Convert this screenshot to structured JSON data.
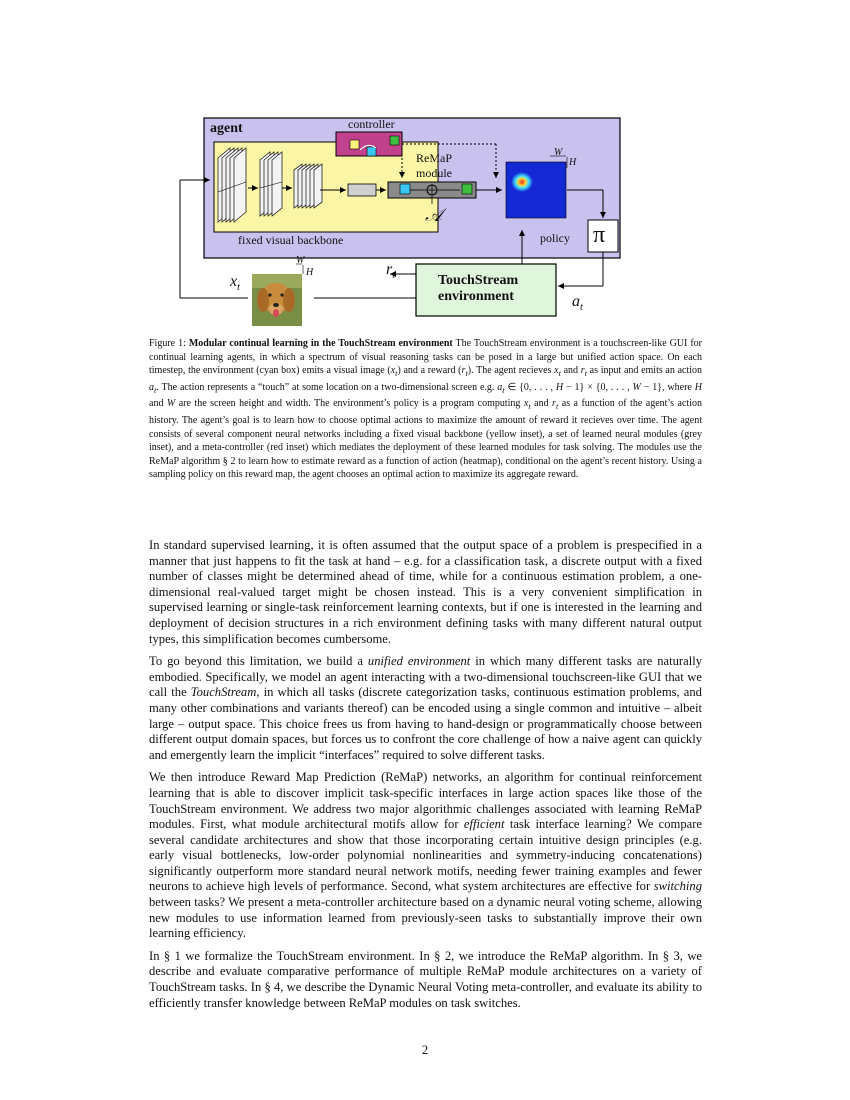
{
  "figure": {
    "agent_label": "agent",
    "controller_label": "controller",
    "remap_label_1": "ReMaP",
    "remap_label_2": "module",
    "backbone_label": "fixed visual backbone",
    "policy_label": "policy",
    "pi_symbol": "π",
    "touchstream_label_1": "TouchStream",
    "touchstream_label_2": "environment",
    "x_symbol": "x",
    "r_symbol": "r",
    "a_symbol": "a",
    "t_sub": "t",
    "w_symbol": "W",
    "h_symbol": "H",
    "cal_a_symbol": "𝒜",
    "colors": {
      "agent_fill": "#c9c2ef",
      "backbone_fill": "#fbf6a6",
      "controller_fill": "#c2418c",
      "env_fill": "#dff5dc",
      "heatmap_blue": "#1428d6",
      "module_grey": "#8a8a8a",
      "cyan": "#39c6f0",
      "green": "#3fbf3f"
    }
  },
  "caption": {
    "prefix": "Figure 1: ",
    "title": "Modular continual learning in the TouchStream environment",
    "l1": " The TouchStream environment is a touchscreen-like GUI for continual learning agents, in which a spectrum of visual reasoning tasks can be posed in a large but unified action space. On each timestep, the environment (cyan box) emits a visual image (",
    "l2": ") and a reward (",
    "l3": "). The agent recieves ",
    "l4": " and ",
    "l5": " as input and emits an action ",
    "l6": ". The action represents a “touch” at some location on a two-dimensional screen e.g. ",
    "l7": ", where ",
    "l8": " and ",
    "l9": " are the screen height and width. The environment’s policy is a program computing ",
    "l10": " and ",
    "l11": " as a function of the agent’s action history. The agent’s goal is to learn how to choose optimal actions to maximize the amount of reward it recieves over time. The agent consists of several component neural networks including a fixed visual backbone (yellow inset), a set of learned neural modules (grey inset), and a meta-controller (red inset) which mediates the deployment of these learned modules for task solving. The modules use the ReMaP algorithm § 2 to learn how to estimate reward as a function of action (heatmap), conditional on the agent’s recent history. Using a sampling policy on this reward map, the agent chooses an optimal action to maximize its aggregate reward.",
    "xt": "x",
    "rt": "r",
    "at": "a",
    "t": "t",
    "action_set": "a",
    "in_sym": " ∈ {0, . . . , ",
    "H": "H",
    "minus1": " − 1} × {0, . . . , ",
    "W": "W",
    "minus1b": " − 1}"
  },
  "body": {
    "p1": "In standard supervised learning, it is often assumed that the output space of a problem is prespecified in a manner that just happens to fit the task at hand – e.g. for a classification task, a discrete output with a fixed number of classes might be determined ahead of time, while for a continuous estimation problem, a one-dimensional real-valued target might be chosen instead. This is a very convenient simplification in supervised learning or single-task reinforcement learning contexts, but if one is interested in the learning and deployment of decision structures in a rich environment defining tasks with many different natural output types, this simplification becomes cumbersome.",
    "p2a": "To go beyond this limitation, we build a ",
    "p2_em1": "unified environment",
    "p2b": " in which many different tasks are naturally embodied. Specifically, we model an agent interacting with a two-dimensional touchscreen-like GUI that we call the ",
    "p2_em2": "TouchStream",
    "p2c": ", in which all tasks (discrete categorization tasks, continuous estimation problems, and many other combinations and variants thereof) can be encoded using a single common and intuitive – albeit large – output space. This choice frees us from having to hand-design or programmatically choose between different output domain spaces, but forces us to confront the core challenge of how a naive agent can quickly and emergently learn the implicit “interfaces” required to solve different tasks.",
    "p3a": "We then introduce Reward Map Prediction (ReMaP) networks, an algorithm for continual reinforcement learning that is able to discover implicit task-specific interfaces in large action spaces like those of the TouchStream environment. We address two major algorithmic challenges associated with learning ReMaP modules. First, what module architectural motifs allow for ",
    "p3_em1": "efficient",
    "p3b": " task interface learning? We compare several candidate architectures and show that those incorporating certain intuitive design principles (e.g. early visual bottlenecks, low-order polynomial nonlinearities and symmetry-inducing concatenations) significantly outperform more standard neural network motifs, needing fewer training examples and fewer neurons to achieve high levels of performance. Second, what system architectures are effective for ",
    "p3_em2": "switching",
    "p3c": " between tasks? We present a meta-controller architecture based on a dynamic neural voting scheme, allowing new modules to use information learned from previously-seen tasks to substantially improve their own learning efficiency.",
    "p4": "In § 1 we formalize the TouchStream environment. In § 2, we introduce the ReMaP algorithm. In § 3, we describe and evaluate comparative performance of multiple ReMaP module architectures on a variety of TouchStream tasks. In § 4, we describe the Dynamic Neural Voting meta-controller, and evaluate its ability to efficiently transfer knowledge between ReMaP modules on task switches."
  },
  "page_number": "2"
}
